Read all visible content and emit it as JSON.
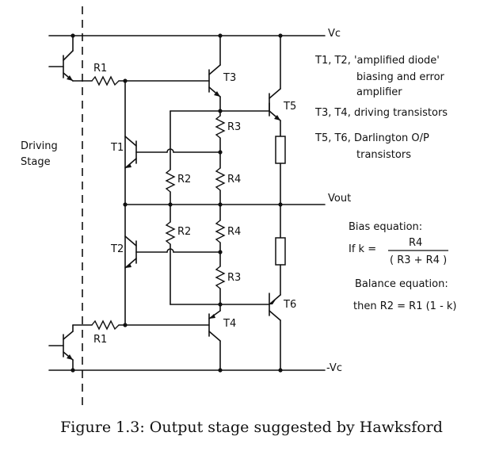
{
  "labels": {
    "vc": "Vc",
    "neg_vc": "-Vc",
    "vout": "Vout",
    "driving_stage": [
      "Driving",
      "Stage"
    ],
    "r1_top": "R1",
    "r1_bottom": "R1",
    "r2_a": "R2",
    "r2_b": "R2",
    "r3_a": "R3",
    "r3_b": "R3",
    "r4_a": "R4",
    "r4_b": "R4",
    "t1": "T1",
    "t2": "T2",
    "t3": "T3",
    "t4": "T4",
    "t5": "T5",
    "t6": "T6"
  },
  "notes": {
    "line1": "T1, T2, 'amplified diode'",
    "line2": "biasing and error",
    "line3": "amplifier",
    "line4": "T3, T4, driving transistors",
    "line5": "T5, T6, Darlington O/P",
    "line6": "transistors",
    "bias_title": "Bias equation:",
    "bias_if": "If  k =",
    "bias_num": "R4",
    "bias_den": "( R3 + R4 )",
    "balance_title": "Balance equation:",
    "balance_eq": "then  R2 = R1 (1 - k)"
  },
  "caption": "Figure 1.3: Output stage suggested by Hawksford"
}
